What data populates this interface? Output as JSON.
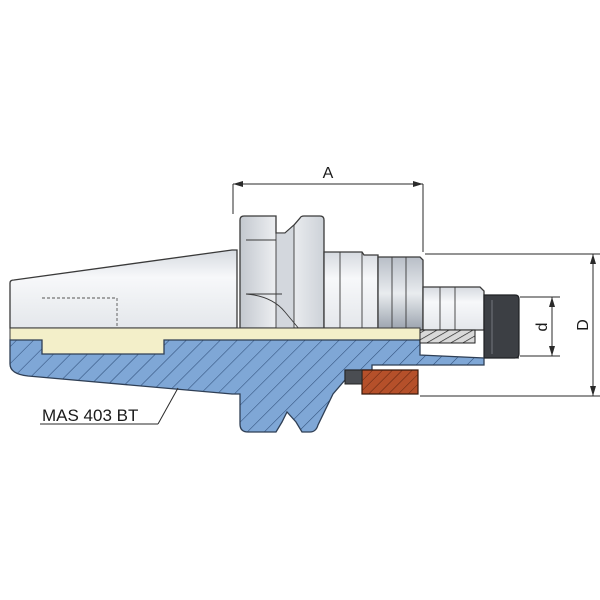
{
  "dimensions": {
    "a_label": "A",
    "d_small_label": "d",
    "d_large_label": "D"
  },
  "callout": {
    "label": "MAS 403 BT"
  },
  "colors": {
    "section_fill": "#7fa7d6",
    "hatch": "#2f4f7a",
    "bore_fill": "#f3efc9",
    "nut_fill": "#b5502a",
    "steel_light": "#eef0f3",
    "steel_mid": "#c9ced6"
  }
}
